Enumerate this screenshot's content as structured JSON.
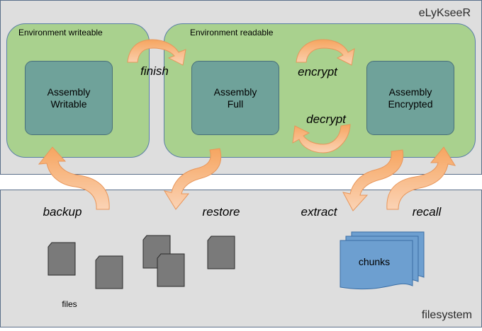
{
  "app": {
    "title": "eLyKseeR"
  },
  "filesystem": {
    "label": "filesystem",
    "files_label": "files",
    "chunks_label": "chunks"
  },
  "environments": {
    "writeable": {
      "label": "Environment writeable"
    },
    "readable": {
      "label": "Environment readable"
    }
  },
  "assemblies": {
    "writable": {
      "line1": "Assembly",
      "line2": "Writable"
    },
    "full": {
      "line1": "Assembly",
      "line2": "Full"
    },
    "encrypted": {
      "line1": "Assembly",
      "line2": "Encrypted"
    }
  },
  "operations": {
    "finish": "finish",
    "encrypt": "encrypt",
    "decrypt": "decrypt",
    "backup": "backup",
    "restore": "restore",
    "extract": "extract",
    "recall": "recall"
  },
  "colors": {
    "panel_bg": "#dedede",
    "panel_border": "#5b6f8a",
    "env_fill": "#a9d18e",
    "env_border": "#5b7fa6",
    "assembly_fill": "#6fa29a",
    "assembly_border": "#486f7a",
    "arrow_fill": "#f4b183",
    "arrow_light": "#fbd9bf",
    "file_fill": "#7a7a7a",
    "chunk_fill": "#6d9fd0",
    "chunk_border": "#3a6ea5"
  }
}
